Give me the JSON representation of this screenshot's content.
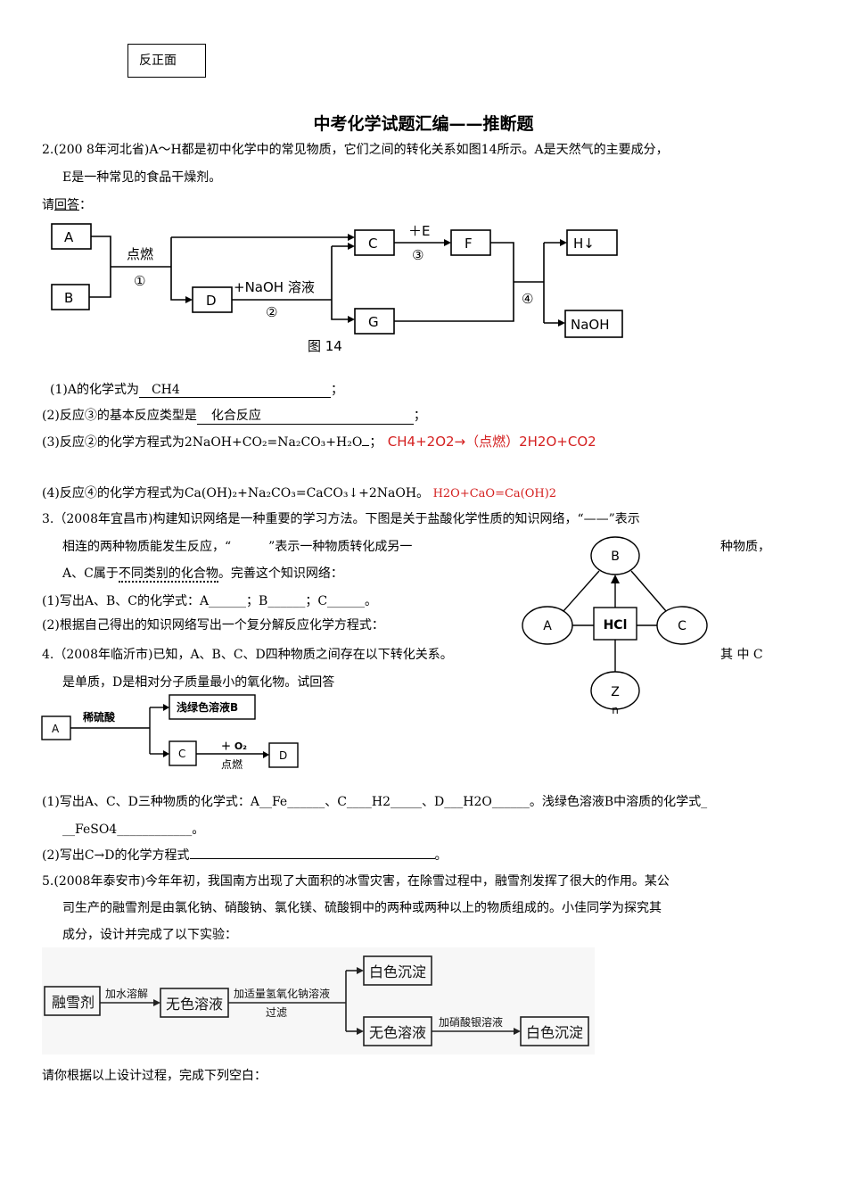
{
  "header_box": "反正面",
  "title": "中考化学试题汇编——推断题",
  "q2": {
    "line1": "2.(200 8年河北省)A～H都是初中化学中的常见物质，它们之间的转化关系如图14所示。A是天然气的主要成分，",
    "line2": "E是一种常见的食品干燥剂。",
    "prompt_a": "请",
    "prompt_b": "回答",
    "prompt_c": "：",
    "diagram": {
      "a": "A",
      "b": "B",
      "c": "C",
      "d": "D",
      "f": "F",
      "g": "G",
      "h": "H↓",
      "naoh": "NaOH",
      "ignite": "点燃",
      "r1": "①",
      "naoh_sol": "+NaOH 溶液",
      "r2": "②",
      "plus_e": "＋E",
      "r3": "③",
      "r4": "④",
      "caption": "图 14"
    },
    "ans1_pre": "(1)A的化学式为",
    "ans1_val": "CH4",
    "ans1_post": "；",
    "ans2_pre": "(2)反应③的基本反应类型是",
    "ans2_val": "化合反应",
    "ans2_post": "；",
    "ans3_pre": "(3)反应②的化学方程式为2NaOH+CO₂=Na₂CO₃+H₂O",
    "ans3_post": "；",
    "ans3_red": "CH4+2O2→（点燃）2H2O+CO2",
    "ans4": "(4)反应④的化学方程式为Ca(OH)₂+Na₂CO₃=CaCO₃↓+2NaOH。",
    "ans4_red": "H2O+CaO=Ca(OH)2"
  },
  "q3": {
    "line1": "3.（2008年宜昌市)构建知识网络是一种重要的学习方法。下图是关于盐酸化学性质的知识网络，“——”表示",
    "line2a": "相连的两种物质能发生反应，“",
    "line2b": "”表示一种物质转化成另一",
    "line2c": "种物质，",
    "line3a": "A、C属于",
    "line3b": "不同类别的化合物",
    "line3c": "。完善这个知识网络：",
    "sub1": "(1)写出A、B、C的化学式：A______；B______；C______。",
    "sub2": "(2)根据自己得出的知识网络写出一个复分解反应化学方程式：",
    "net": {
      "a": "A",
      "b": "B",
      "c": "C",
      "hcl": "HCl",
      "zn1": "Z",
      "zn2": "n"
    }
  },
  "q4": {
    "line1": "4.（2008年临沂市)已知，A、B、C、D四种物质之间存在以下转化关系。",
    "line1_tail": "其 中 C",
    "line2": "是单质，D是相对分子质量最小的氧化物。试回答",
    "diagram": {
      "a": "A",
      "acid": "稀硫酸",
      "b": "浅绿色溶液B",
      "c": "C",
      "o2": "＋ O₂",
      "ignite": "点燃",
      "d": "D"
    },
    "sub1_line1": "(1)写出A、C、D三种物质的化学式：A__Fe______、C____H2_____、D___H2O______。浅绿色溶液B中溶质的化学式_",
    "sub1_line2": "__FeSO4____________。",
    "sub2_pre": "(2)写出C→D的化学方程式",
    "sub2_post": "。"
  },
  "q5": {
    "line1": "5.(2008年泰安市)今年年初，我国南方出现了大面积的冰雪灾害，在除雪过程中，融雪剂发挥了很大的作用。某公",
    "line2": "司生产的融雪剂是由氯化钠、硝酸钠、氯化镁、硫酸铜中的两种或两种以上的物质组成的。小佳同学为探究其",
    "line3": "成分，设计并完成了以下实验：",
    "diagram": {
      "snow": "融雪剂",
      "dissolve": "加水溶解",
      "clear1": "无色溶液",
      "add_naoh": "加适量氢氧化钠溶液",
      "filter": "过滤",
      "white1": "白色沉淀",
      "clear2": "无色溶液",
      "add_agno3": "加硝酸银溶液",
      "white2": "白色沉淀"
    },
    "tail": "请你根据以上设计过程，完成下列空白："
  }
}
